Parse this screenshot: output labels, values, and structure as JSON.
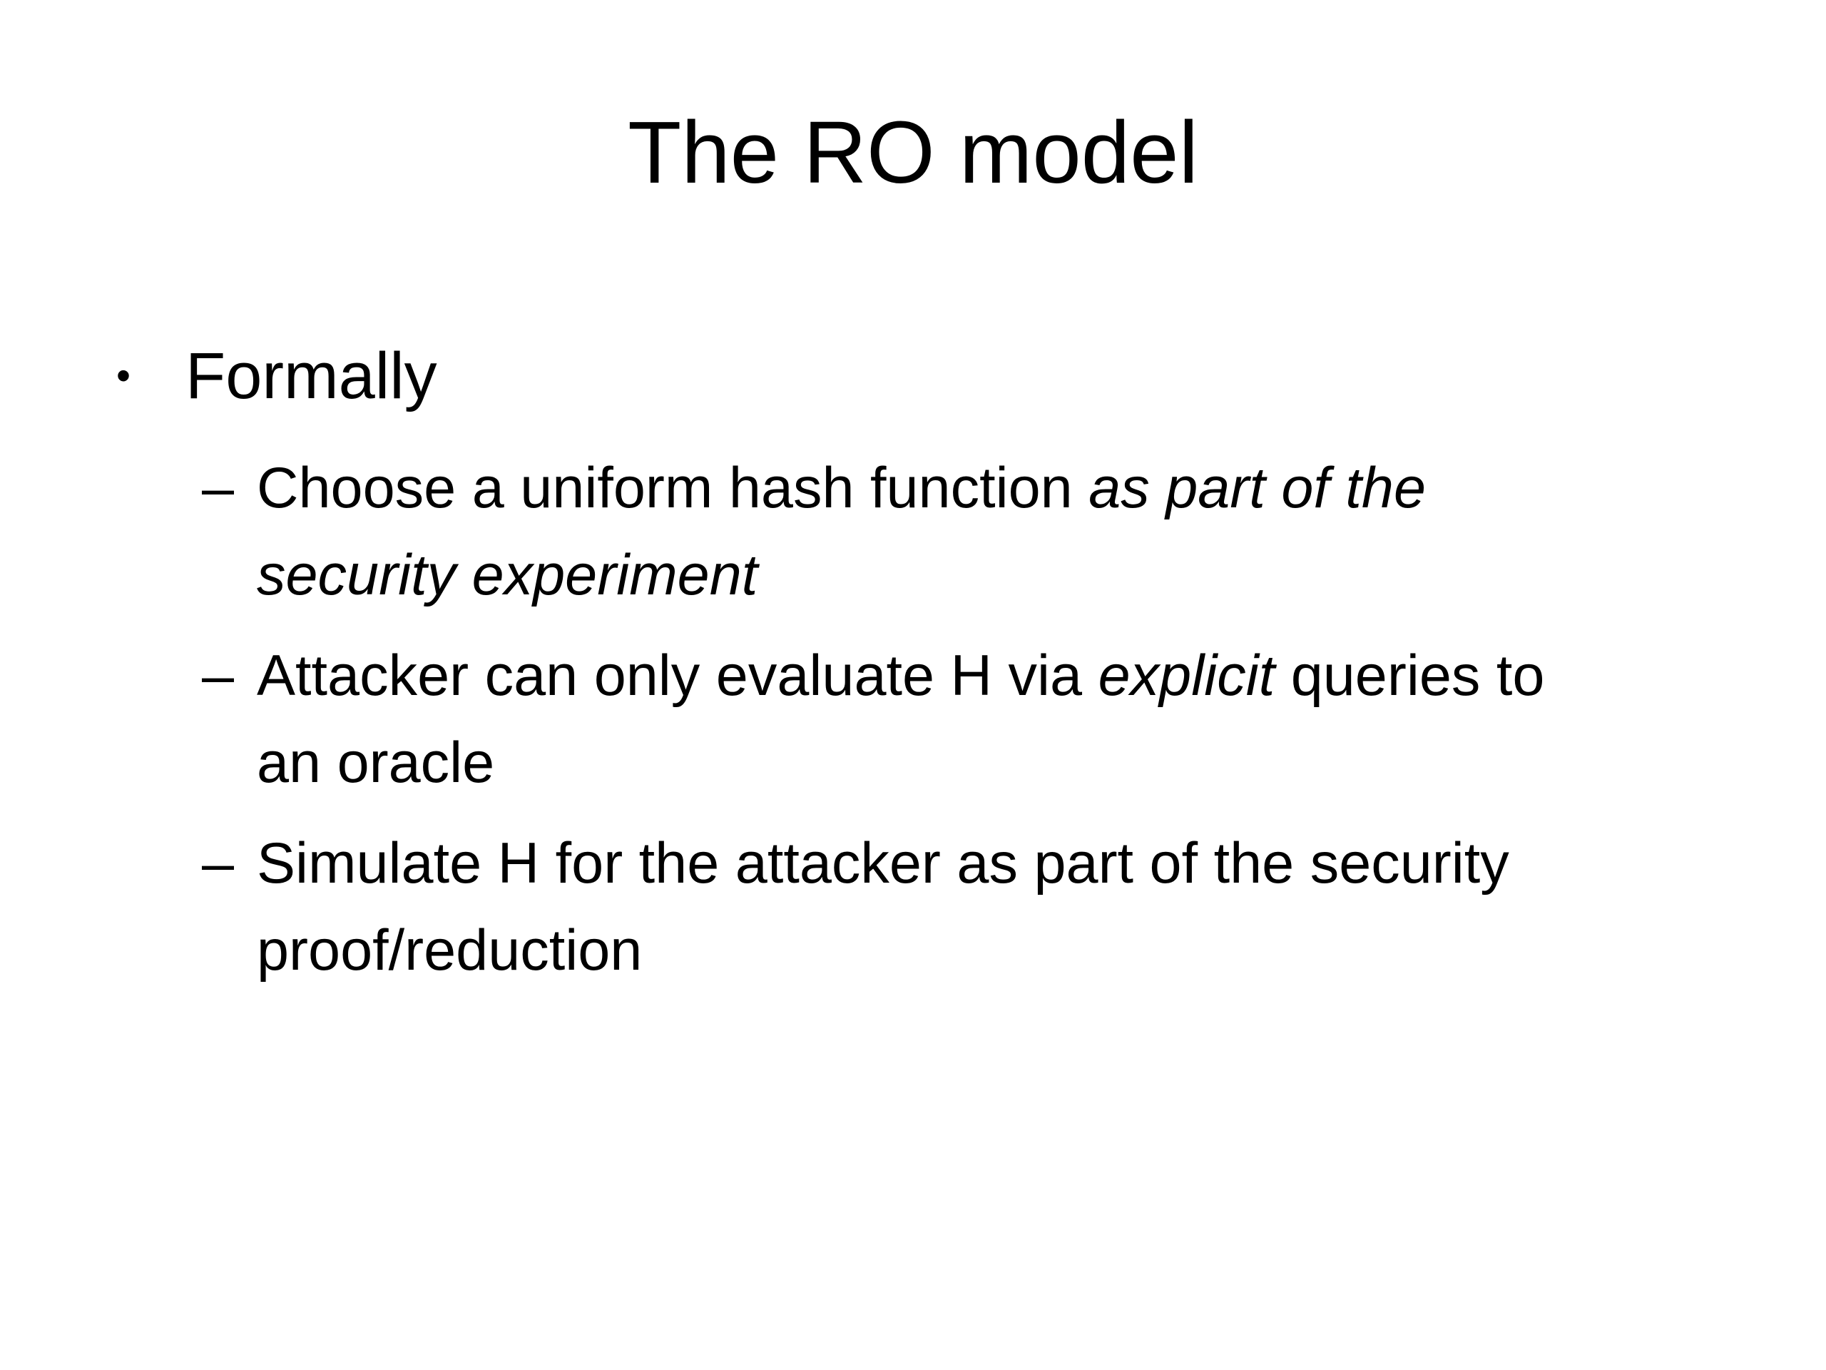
{
  "slide": {
    "title": "The RO model",
    "colors": {
      "background": "#ffffff",
      "text": "#000000"
    },
    "bullets": [
      {
        "level": 1,
        "marker": "•",
        "marker_icon": "bullet-dot-icon",
        "lines": [
          [
            {
              "text": "Formally",
              "italic": false
            }
          ]
        ]
      },
      {
        "level": 2,
        "marker": "–",
        "marker_icon": "dash-icon",
        "lines": [
          [
            {
              "text": "Choose a uniform hash function ",
              "italic": false
            },
            {
              "text": "as part of the",
              "italic": true
            }
          ],
          [
            {
              "text": "security experiment",
              "italic": true
            }
          ]
        ]
      },
      {
        "level": 2,
        "marker": "–",
        "marker_icon": "dash-icon",
        "lines": [
          [
            {
              "text": "Attacker can only evaluate H via ",
              "italic": false
            },
            {
              "text": "explicit",
              "italic": true
            },
            {
              "text": " queries to",
              "italic": false
            }
          ],
          [
            {
              "text": "an oracle",
              "italic": false
            }
          ]
        ]
      },
      {
        "level": 2,
        "marker": "–",
        "marker_icon": "dash-icon",
        "lines": [
          [
            {
              "text": "Simulate H for the attacker as part of the security",
              "italic": false
            }
          ],
          [
            {
              "text": "proof/reduction",
              "italic": false
            }
          ]
        ]
      }
    ]
  }
}
